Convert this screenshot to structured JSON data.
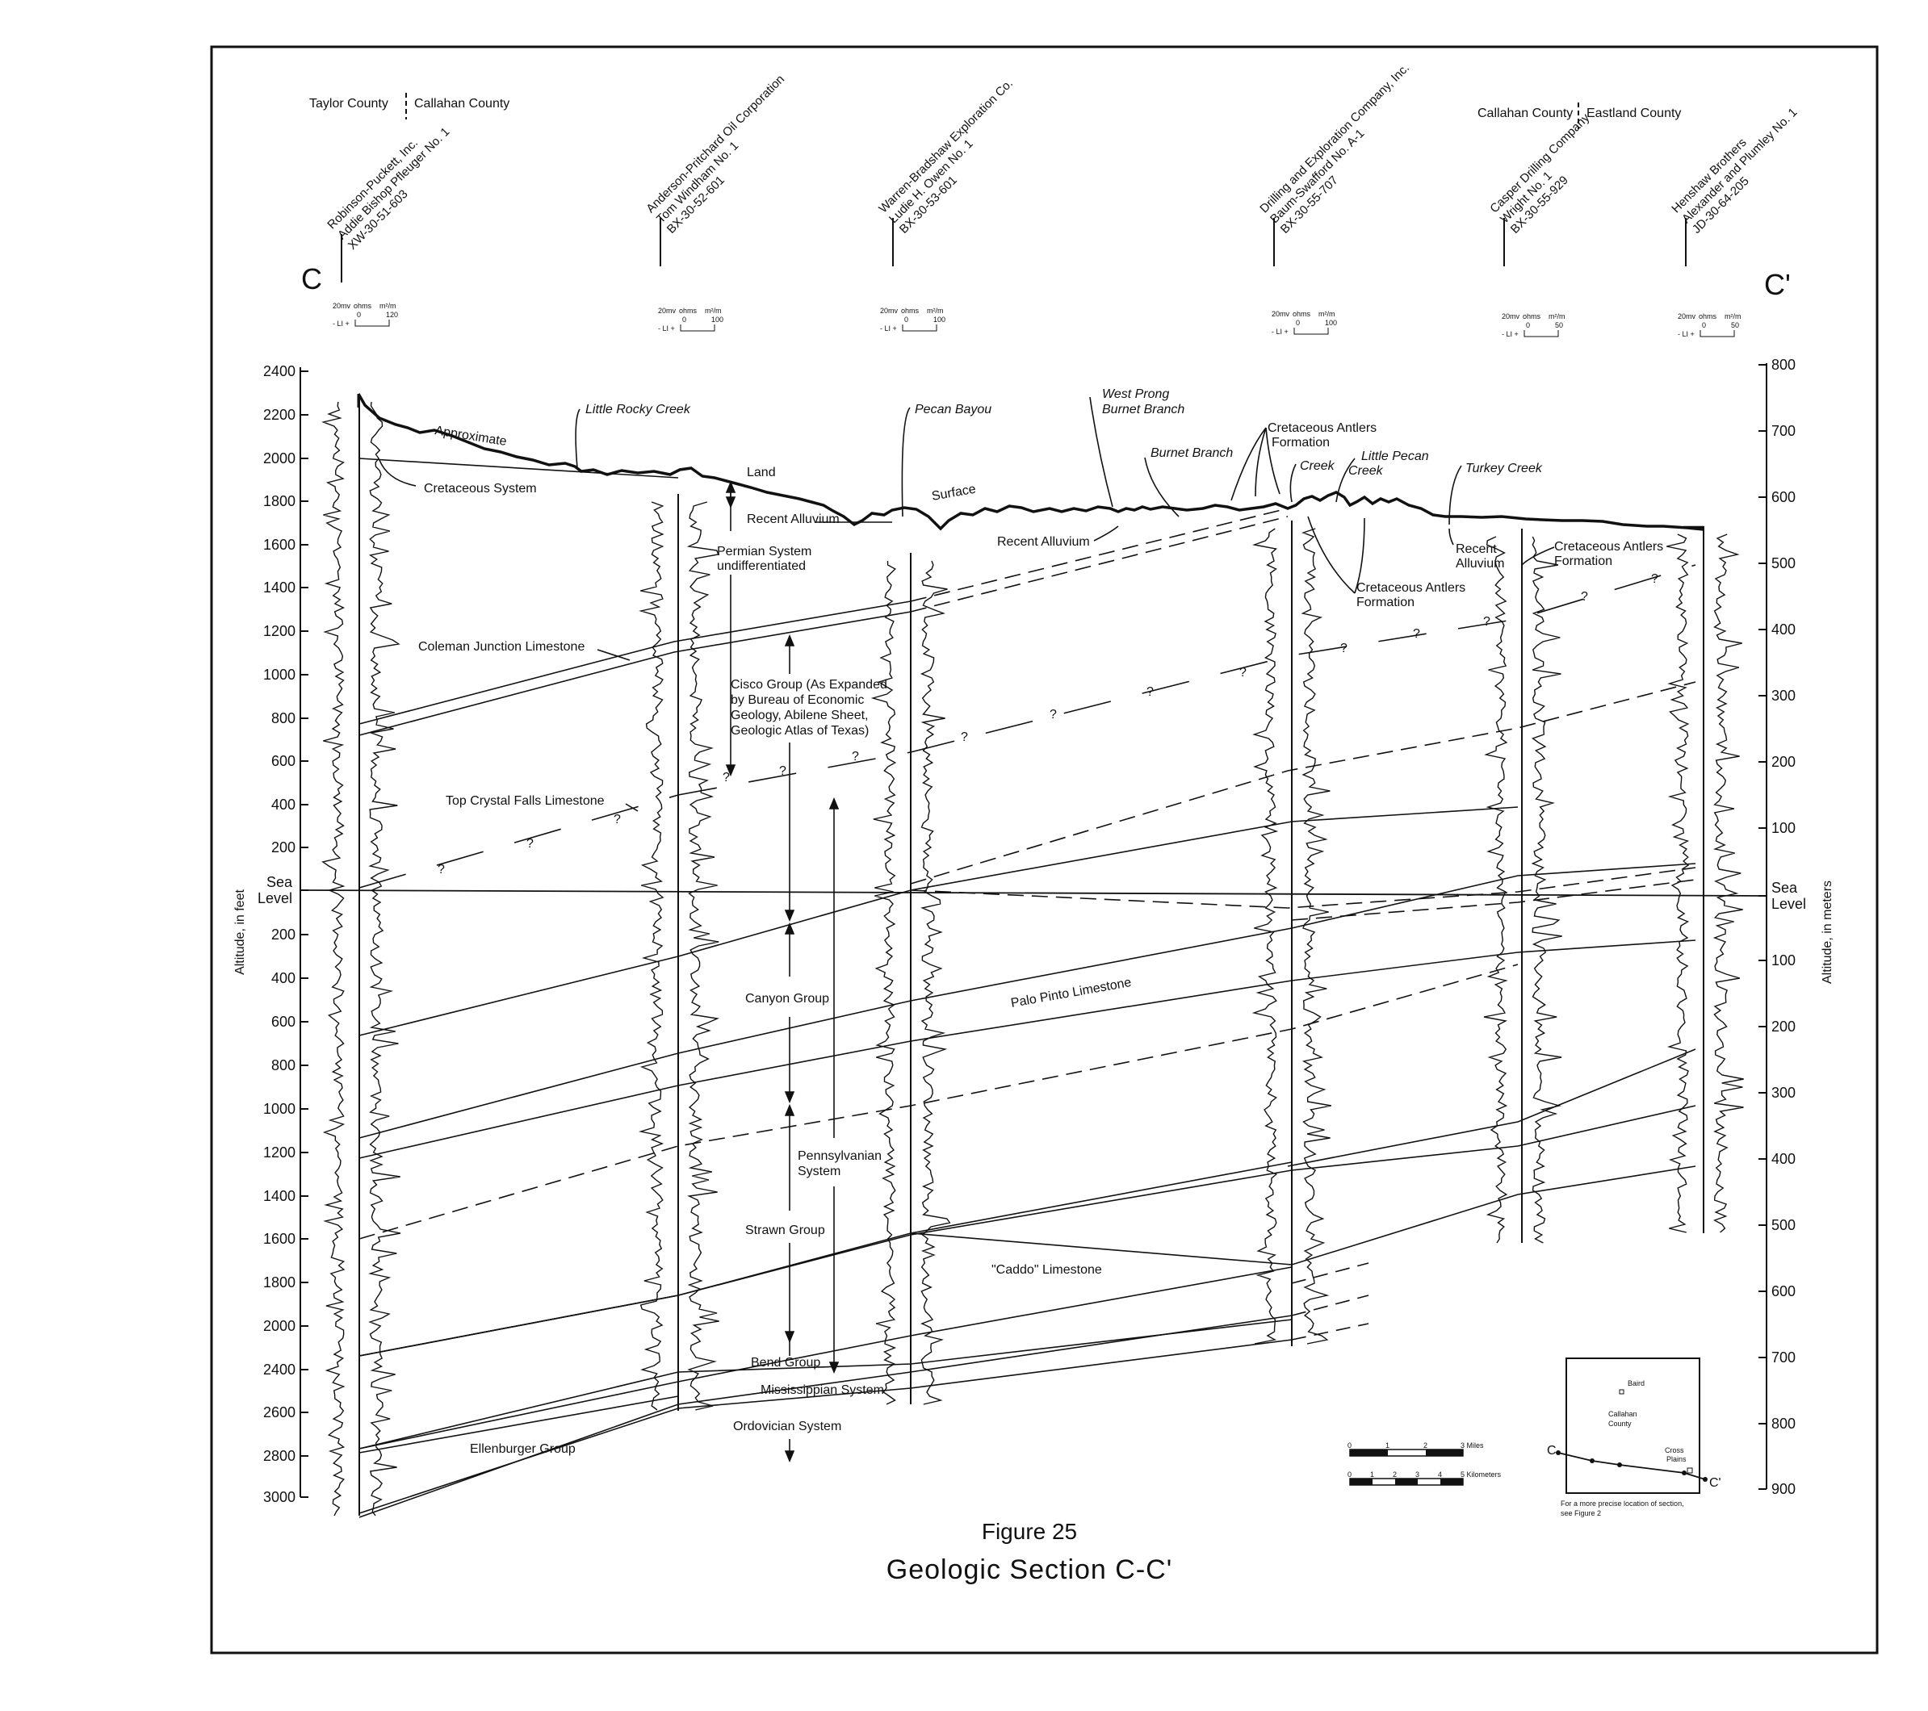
{
  "corner_labels": {
    "left": "C",
    "right": "C'"
  },
  "county_left": {
    "a": "Taylor County",
    "b": "Callahan County"
  },
  "county_right": {
    "a": "Callahan County",
    "b": "Eastland County"
  },
  "wells": [
    {
      "operator": "Robinson-Puckett, Inc.",
      "name": "Addie Bishop Pfleuger No. 1",
      "id": "XW-30-51-603",
      "scale_min": "0",
      "scale_max": "120"
    },
    {
      "operator": "Anderson-Pritchard Oil Corporation",
      "name": "Tom Windham No. 1",
      "id": "BX-30-52-601",
      "scale_min": "0",
      "scale_max": "100"
    },
    {
      "operator": "Warren-Bradshaw Exploration Co.",
      "name": "Ludie H. Owen No. 1",
      "id": "BX-30-53-601",
      "scale_min": "0",
      "scale_max": "100"
    },
    {
      "operator": "Drilling and Exploration Company, Inc.",
      "name": "Baum-Swafford No. A-1",
      "id": "BX-30-55-707",
      "scale_min": "0",
      "scale_max": "100"
    },
    {
      "operator": "Casper Drilling Company",
      "name": "Wright No. 1",
      "id": "BX-30-55-929",
      "scale_min": "0",
      "scale_max": "50"
    },
    {
      "operator": "Henshaw Brothers",
      "name": "Alexander and Plumley No. 1",
      "id": "JD-30-64-205",
      "scale_min": "0",
      "scale_max": "50"
    }
  ],
  "log_scale": {
    "mv": "20mv",
    "ohms": "ohms",
    "unit": "m²/m",
    "sp": "- LI +"
  },
  "left_axis": {
    "title": "Altitude, in feet",
    "ticks": [
      "2400",
      "2200",
      "2000",
      "1800",
      "1600",
      "1400",
      "1200",
      "1000",
      "800",
      "600",
      "400",
      "200",
      "Sea Level",
      "200",
      "400",
      "600",
      "800",
      "1000",
      "1200",
      "1400",
      "1600",
      "1800",
      "2000",
      "2400",
      "2600",
      "2800",
      "3000"
    ]
  },
  "right_axis": {
    "title": "Altitude, in meters",
    "ticks": [
      "800",
      "700",
      "600",
      "500",
      "400",
      "300",
      "200",
      "100",
      "Sea Level",
      "100",
      "200",
      "300",
      "400",
      "500",
      "600",
      "700",
      "800",
      "900"
    ]
  },
  "labels": {
    "approximate": "Approximate",
    "land": "Land",
    "surface": "Surface",
    "little_rocky_creek": "Little Rocky Creek",
    "pecan_bayou": "Pecan Bayou",
    "west_prong_1": "West Prong",
    "west_prong_2": "Burnet Branch",
    "burnet_branch": "Burnet Branch",
    "creek": "Creek",
    "little_pecan_1": "Little Pecan",
    "little_pecan_2": "Creek",
    "turkey_creek": "Turkey Creek",
    "cret_antlers_top_1": "Cretaceous Antlers",
    "cret_antlers_top_2": "Formation",
    "cret_system": "Cretaceous System",
    "recent_alluvium_1": "Recent Alluvium",
    "recent_alluvium_2": "Recent Alluvium",
    "recent_alluvium_3a": "Recent",
    "recent_alluvium_3b": "Alluvium",
    "cret_antlers_right_1": "Cretaceous Antlers",
    "cret_antlers_right_2": "Formation",
    "cret_antlers_mid_1": "Cretaceous Antlers",
    "cret_antlers_mid_2": "Formation",
    "permian_1": "Permian System",
    "permian_2": "undifferentiated",
    "coleman": "Coleman Junction Limestone",
    "cisco_1": "Cisco Group (As Expanded",
    "cisco_2": "by Bureau of Economic",
    "cisco_3": "Geology, Abilene Sheet,",
    "cisco_4": "Geologic Atlas of Texas)",
    "crystal_falls": "Top Crystal Falls Limestone",
    "canyon": "Canyon Group",
    "palo_pinto": "Palo Pinto Limestone",
    "penn_1": "Pennsylvanian",
    "penn_2": "System",
    "strawn": "Strawn Group",
    "caddo": "\"Caddo\" Limestone",
    "bend": "Bend Group",
    "mississippian": "Mississippian System",
    "ordovician": "Ordovician System",
    "ellenburger": "Ellenburger Group",
    "qmark": "?"
  },
  "scale_bars": {
    "miles_ticks": [
      "0",
      "1",
      "2",
      "3 Miles"
    ],
    "km_ticks": [
      "0",
      "1",
      "2",
      "3",
      "4",
      "5 Kilometers"
    ]
  },
  "inset_map": {
    "baird": "Baird",
    "county_1": "Callahan",
    "county_2": "County",
    "cross_1": "Cross",
    "cross_2": "Plains",
    "c": "C",
    "c_prime": "C'",
    "note_1": "For a more precise location of section,",
    "note_2": "see Figure 2"
  },
  "figure": {
    "number": "Figure 25",
    "title": "Geologic Section C-C'"
  }
}
